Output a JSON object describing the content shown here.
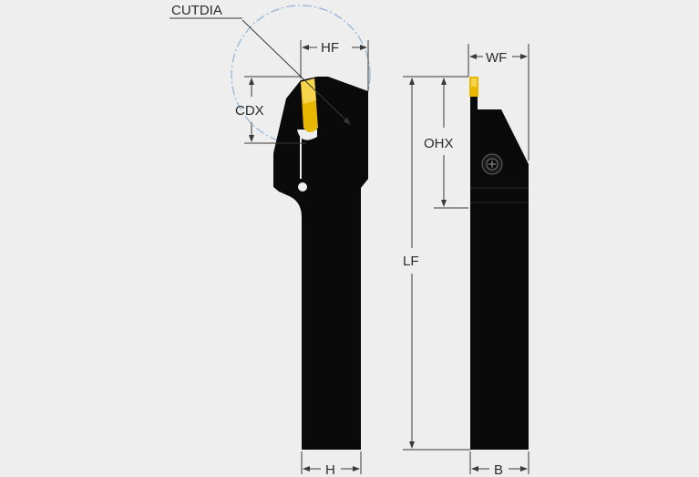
{
  "dimensions": {
    "cutdia": "CUTDIA",
    "hf": "HF",
    "cdx": "CDX",
    "h": "H",
    "wf": "WF",
    "ohx": "OHX",
    "lf": "LF",
    "b": "B"
  },
  "colors": {
    "background": "#eeeeee",
    "tool_body": "#0a0a0a",
    "insert": "#e8b800",
    "cut_circle": "#8fb4d6",
    "dim_line": "#3a3a3a"
  }
}
